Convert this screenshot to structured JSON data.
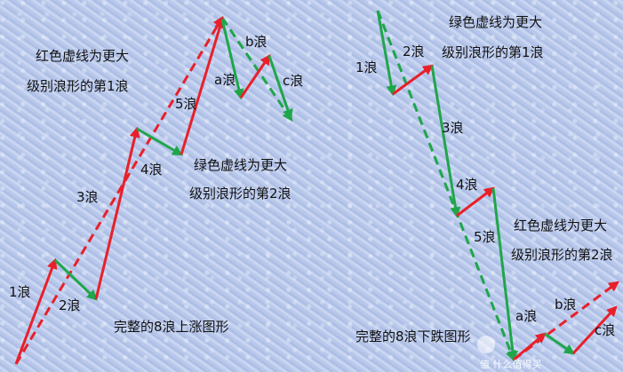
{
  "colors": {
    "up": "#e8202a",
    "down": "#1fa64a",
    "text": "#111111"
  },
  "left_diagram": {
    "note_red_line1": "红色虚线为更大",
    "note_red_line2": "级别浪形的第1浪",
    "note_green_line1": "绿色虚线为更大",
    "note_green_line2": "级别浪形的第2浪",
    "wave1": "1浪",
    "wave2": "2浪",
    "wave3": "3浪",
    "wave4": "4浪",
    "wave5": "5浪",
    "wave_a": "a浪",
    "wave_b": "b浪",
    "wave_c": "c浪",
    "caption": "完整的8浪上涨图形"
  },
  "right_diagram": {
    "note_green_line1": "绿色虚线为更大",
    "note_green_line2": "级别浪形的第1浪",
    "note_red_line1": "红色虚线为更大",
    "note_red_line2": "级别浪形的第2浪",
    "wave1": "1浪",
    "wave2": "2浪",
    "wave3": "3浪",
    "wave4": "4浪",
    "wave5": "5浪",
    "wave_a": "a浪",
    "wave_b": "b浪",
    "wave_c": "c浪",
    "caption": "完整的8浪下跌图形"
  },
  "watermark": "值 什么值得买"
}
